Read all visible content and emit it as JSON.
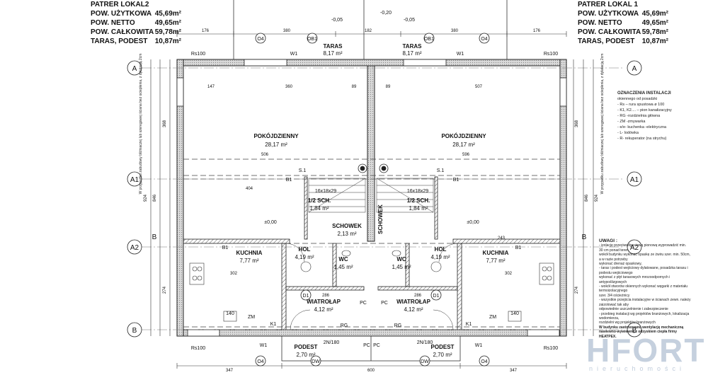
{
  "summary_left": {
    "title": "PATRER LOKAL2",
    "rows": [
      {
        "label": "POW. UŻYTKOWA",
        "value": "45,69m²"
      },
      {
        "label": "POW. NETTO",
        "value": "49,65m²"
      },
      {
        "label": "POW. CAŁKOWITA",
        "value": "59,78m²"
      },
      {
        "label": "TARAS, PODEST",
        "value": "10,87m²"
      }
    ]
  },
  "summary_right": {
    "title": "PATRER LOKAL 1",
    "rows": [
      {
        "label": "POW. UŻYTKOWA",
        "value": "45,69m²"
      },
      {
        "label": "POW. NETTO",
        "value": "49,65m²"
      },
      {
        "label": "POW. CAŁKOWITA",
        "value": "59,78m²"
      },
      {
        "label": "TARAS, PODEST",
        "value": "10,87m²"
      }
    ]
  },
  "rooms": {
    "left_living": {
      "name": "POKÓJDZIENNY",
      "area": "28,17 m²"
    },
    "right_living": {
      "name": "POKÓJDZIENNY",
      "area": "28,17 m²"
    },
    "left_kitchen": {
      "name": "KUCHNIA",
      "area": "7,77 m²"
    },
    "right_kitchen": {
      "name": "KUCHNIA",
      "area": "7,77 m²"
    },
    "left_hall": {
      "name": "HOL",
      "area": "4,19 m²"
    },
    "right_hall": {
      "name": "HOL",
      "area": "4,19 m²"
    },
    "left_wc": {
      "name": "WC",
      "area": "1,45 m²"
    },
    "right_wc": {
      "name": "WC",
      "area": "1,45 m²"
    },
    "left_vestibule": {
      "name": "WIATROŁAP",
      "area": "4,12 m²"
    },
    "right_vestibule": {
      "name": "WIATROŁAP",
      "area": "4,12 m²"
    },
    "left_stairs": {
      "name": "1/2 SCH.",
      "area": "1,84 m²"
    },
    "right_stairs": {
      "name": "1/2 SCH.",
      "area": "1,84 m²"
    },
    "left_storage": {
      "name": "SCHOWEK",
      "area": "2,13 m²"
    },
    "right_storage": {
      "name": "SCHOWEK",
      "area": ""
    },
    "left_terrace": {
      "name": "TARAS",
      "area": "8,17 m²"
    },
    "right_terrace": {
      "name": "TARAS",
      "area": "8,17 m²"
    },
    "left_porch": {
      "name": "PODEST",
      "area": "2,70 m²"
    },
    "right_porch": {
      "name": "PODEST",
      "area": "2,70 m²"
    }
  },
  "axes": {
    "A": "A",
    "A1": "A1",
    "A2": "A2",
    "B": "B",
    "B_small": "B"
  },
  "dims_top": [
    "176",
    "380",
    "182",
    "380",
    "176"
  ],
  "dims_bottom": [
    "347",
    "600",
    "347"
  ],
  "dims_inner": [
    "147",
    "360",
    "89",
    "89",
    "507",
    "506",
    "596",
    "404",
    "243",
    "302",
    "302",
    "286",
    "286"
  ],
  "dims_vertical_left": [
    "368",
    "846",
    "924",
    "274"
  ],
  "dims_vertical_right": [
    "368",
    "846",
    "924",
    "274"
  ],
  "labels": {
    "rs100": "Rs100",
    "w1": "W1",
    "b1": "B1",
    "k1": "K1",
    "rg": "RG",
    "zm": "ZM",
    "pc": "PC",
    "s1": "S.1",
    "o4": "O4",
    "ob1": "OB1",
    "d1": "D1",
    "dw": "DW",
    "level0": "±0,00",
    "level_m005": "-0,05",
    "level_m020": "-0,20",
    "stair_spec": "16x18x29",
    "door_2n": "2N/180",
    "side_note": "W przypadku zabudowy bliźniaczej lub szeregowej ściana bez ocieplenia, z dylatacją 2cm",
    "k_label": "140",
    "hfort": "HFORT",
    "hfort_sub": "nieruchomości"
  },
  "legend": {
    "title": "OZNACZENIA INSTALACJI",
    "items": [
      "okiennego od posadzki",
      "- Rs – rura spustowa ø 100",
      "- K1, K2.... – pion kanalizacyjny",
      "- RG -rozdzielnia główna",
      "- ZM -zmywarka",
      "- e/e- kuchenka -elektryczna",
      "- L- lodówka",
      "- R- rekuperator (na strychu)"
    ]
  },
  "notes": {
    "title": "UWAGI :",
    "items": [
      "- izolację przeciwwilgociową pionową wyprowadzić min. 30 cm ponad teren,",
      "wokół budynku wykonać opaskę ze żwiru szer. min. 50cm, a w razie potrzeby",
      "wykonać drenaż opaskowy,",
      "- taras i podest wejściowy dylatowane, posadzka tarasu i podestu wejściowego",
      "wykonać z płyt tarasowych mrozoodpornych i antypoślizgowych",
      "- wokół otworów okiennych wykonać węgarki z materiału termoizolacyjnego",
      "szer. 3/4 ościeżnicy",
      "- wszystkie przejścia instalacyjne w ścianach zewn. należy zaizolować tak aby",
      "odpowiednie uszczelnienie i zabezpieczenie",
      "- przebieg instalacji wg projektów branżowych, lokalizacja wodomierza,",
      "rozdzielni wg projektów branżowych"
    ],
    "bold": "W budynku zastosowano wentylację mechaniczną nawiewno-wywiewną z odzyskiem ciepła firmy HEATPEX."
  }
}
